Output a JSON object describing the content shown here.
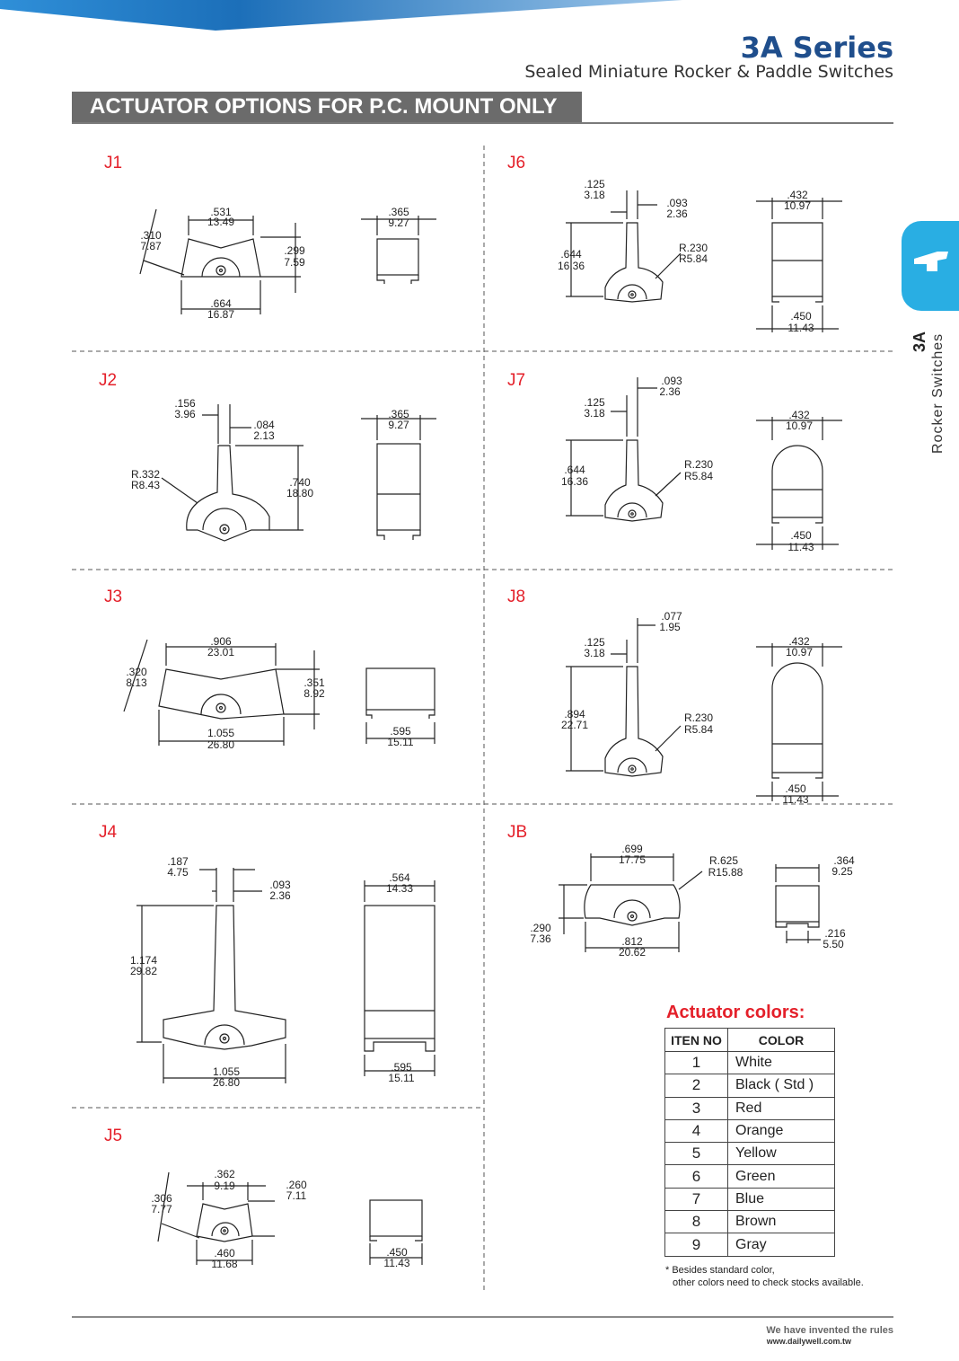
{
  "header": {
    "series_title": "3A Series",
    "series_subtitle": "Sealed Miniature Rocker & Paddle Switches",
    "accent_color": "#1f4e8c",
    "band_color": "#1c6fb9"
  },
  "section": {
    "title": "ACTUATOR OPTIONS FOR P.C. MOUNT ONLY"
  },
  "side_tab": {
    "icon": "rocker-switch-icon",
    "series": "3A",
    "label": "Rocker Switches",
    "color": "#29aee3"
  },
  "options": [
    {
      "id": "J1",
      "dims": [
        ".531",
        "13.49",
        ".310",
        "7.87",
        ".299",
        "7.59",
        ".664",
        "16.87",
        ".365",
        "9.27"
      ]
    },
    {
      "id": "J2",
      "dims": [
        ".156",
        "3.96",
        ".084",
        "2.13",
        "R.332",
        "R8.43",
        ".740",
        "18.80",
        ".365",
        "9.27"
      ]
    },
    {
      "id": "J3",
      "dims": [
        ".906",
        "23.01",
        ".320",
        "8.13",
        ".351",
        "8.92",
        "1.055",
        "26.80",
        ".595",
        "15.11"
      ]
    },
    {
      "id": "J4",
      "dims": [
        ".187",
        "4.75",
        ".093",
        "2.36",
        "1.174",
        "29.82",
        "1.055",
        "26.80",
        ".564",
        "14.33",
        ".595",
        "15.11"
      ]
    },
    {
      "id": "J5",
      "dims": [
        ".362",
        "9.19",
        ".306",
        "7.77",
        ".260",
        "7.11",
        ".460",
        "11.68",
        ".450",
        "11.43"
      ]
    },
    {
      "id": "J6",
      "dims": [
        ".125",
        "3.18",
        ".093",
        "2.36",
        ".644",
        "16.36",
        "R.230",
        "R5.84",
        ".432",
        "10.97",
        ".450",
        "11.43"
      ]
    },
    {
      "id": "J7",
      "dims": [
        ".093",
        "2.36",
        ".125",
        "3.18",
        ".644",
        "16.36",
        "R.230",
        "R5.84",
        ".432",
        "10.97",
        ".450",
        "11.43"
      ]
    },
    {
      "id": "J8",
      "dims": [
        ".077",
        "1.95",
        ".125",
        "3.18",
        ".894",
        "22.71",
        "R.230",
        "R5.84",
        ".432",
        "10.97",
        ".450",
        "11.43"
      ]
    },
    {
      "id": "JB",
      "dims": [
        ".699",
        "17.75",
        "R.625",
        "R15.88",
        ".364",
        "9.25",
        ".290",
        "7.36",
        ".812",
        "20.62",
        ".216",
        "5.50"
      ]
    }
  ],
  "colors": {
    "title": "Actuator colors:",
    "headers": [
      "ITEN NO",
      "COLOR"
    ],
    "rows": [
      {
        "no": "1",
        "color": "White"
      },
      {
        "no": "2",
        "color": "Black ( Std )"
      },
      {
        "no": "3",
        "color": "Red"
      },
      {
        "no": "4",
        "color": "Orange"
      },
      {
        "no": "5",
        "color": "Yellow"
      },
      {
        "no": "6",
        "color": "Green"
      },
      {
        "no": "7",
        "color": "Blue"
      },
      {
        "no": "8",
        "color": "Brown"
      },
      {
        "no": "9",
        "color": "Gray"
      }
    ],
    "note_line1": "* Besides standard color,",
    "note_line2": "other colors need to check stocks available."
  },
  "footer": {
    "tagline": "We have invented the rules",
    "url": "www.dailywell.com.tw"
  }
}
